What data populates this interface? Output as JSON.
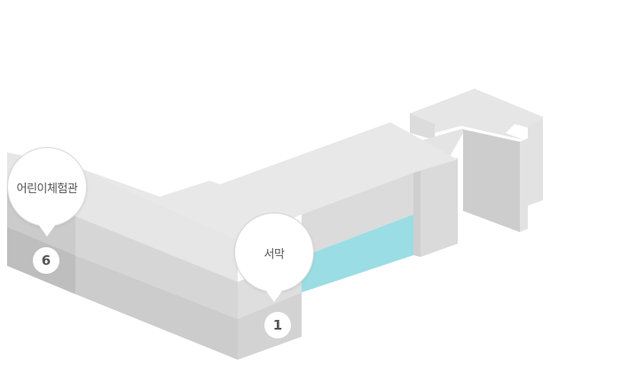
{
  "zones": [
    {
      "id": "kids-experience-hall",
      "label": "어린이체험관",
      "number": "6"
    },
    {
      "id": "west-curtain",
      "label": "서막",
      "number": "1"
    }
  ],
  "colors": {
    "roof": "#e8e8e8",
    "wall_light": "#dedede",
    "wall_mid": "#d2d2d2",
    "wall_dark": "#c8c8c8",
    "highlight": "#9adde5"
  }
}
